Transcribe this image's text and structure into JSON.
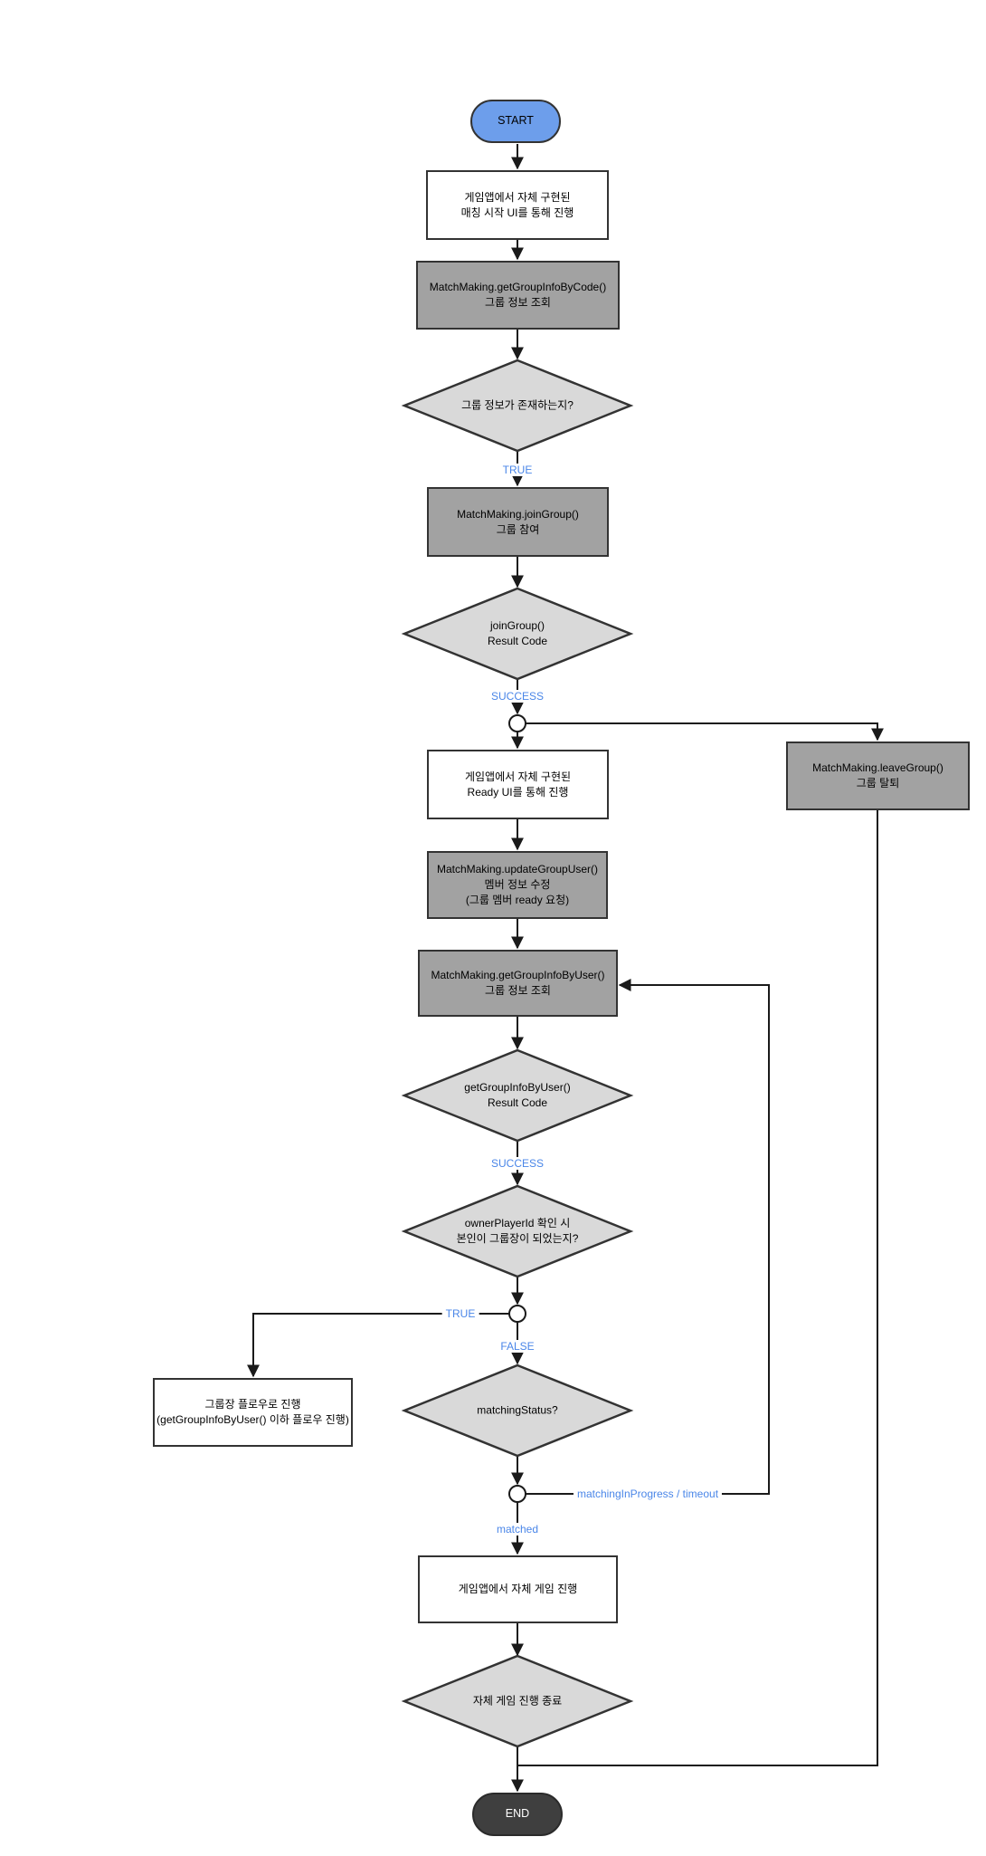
{
  "diagram": {
    "colors": {
      "start_fill": "#6d9eeb",
      "end_fill": "#3f3f3f",
      "end_text": "#ffffff",
      "api_fill": "#a2a2a2",
      "decision_fill": "#d9d9d9",
      "box_fill": "#ffffff",
      "border": "#333333",
      "line": "#1a1a1a",
      "label_blue": "#4a86e8"
    },
    "nodes": {
      "start": {
        "label": "START"
      },
      "ui_match_start": {
        "label": "게임앱에서 자체 구현된\n매칭 시작 UI를 통해 진행"
      },
      "get_group_info_by_code": {
        "label": "MatchMaking.getGroupInfoByCode()\n그룹 정보 조회"
      },
      "group_info_exists": {
        "label": "그룹 정보가 존재하는지?"
      },
      "join_group": {
        "label": "MatchMaking.joinGroup()\n그룹 참여"
      },
      "join_group_result": {
        "label": "joinGroup()\nResult Code"
      },
      "leave_group": {
        "label": "MatchMaking.leaveGroup()\n그룹 탈퇴"
      },
      "ui_ready": {
        "label": "게임앱에서 자체 구현된\nReady UI를 통해 진행"
      },
      "update_group_user": {
        "label": "MatchMaking.updateGroupUser()\n멤버 정보 수정\n(그룹 멤버 ready 요청)"
      },
      "get_group_info_by_user": {
        "label": "MatchMaking.getGroupInfoByUser()\n그룹 정보 조회"
      },
      "get_group_info_by_user_result": {
        "label": "getGroupInfoByUser()\nResult Code"
      },
      "owner_check": {
        "label": "ownerPlayerId 확인 시\n본인이 그룹장이 되었는지?"
      },
      "owner_flow": {
        "label": "그룹장 플로우로 진행\n(getGroupInfoByUser() 이하 플로우 진행)"
      },
      "matching_status": {
        "label": "matchingStatus?"
      },
      "game_play": {
        "label": "게임앱에서 자체 게임 진행"
      },
      "game_end": {
        "label": "자체 게임 진행 종료"
      },
      "end": {
        "label": "END"
      }
    },
    "edge_labels": {
      "true1": "TRUE",
      "success1": "SUCCESS",
      "success2": "SUCCESS",
      "true2": "TRUE",
      "false1": "FALSE",
      "matching_in_progress": "matchingInProgress / timeout",
      "matched": "matched"
    }
  }
}
